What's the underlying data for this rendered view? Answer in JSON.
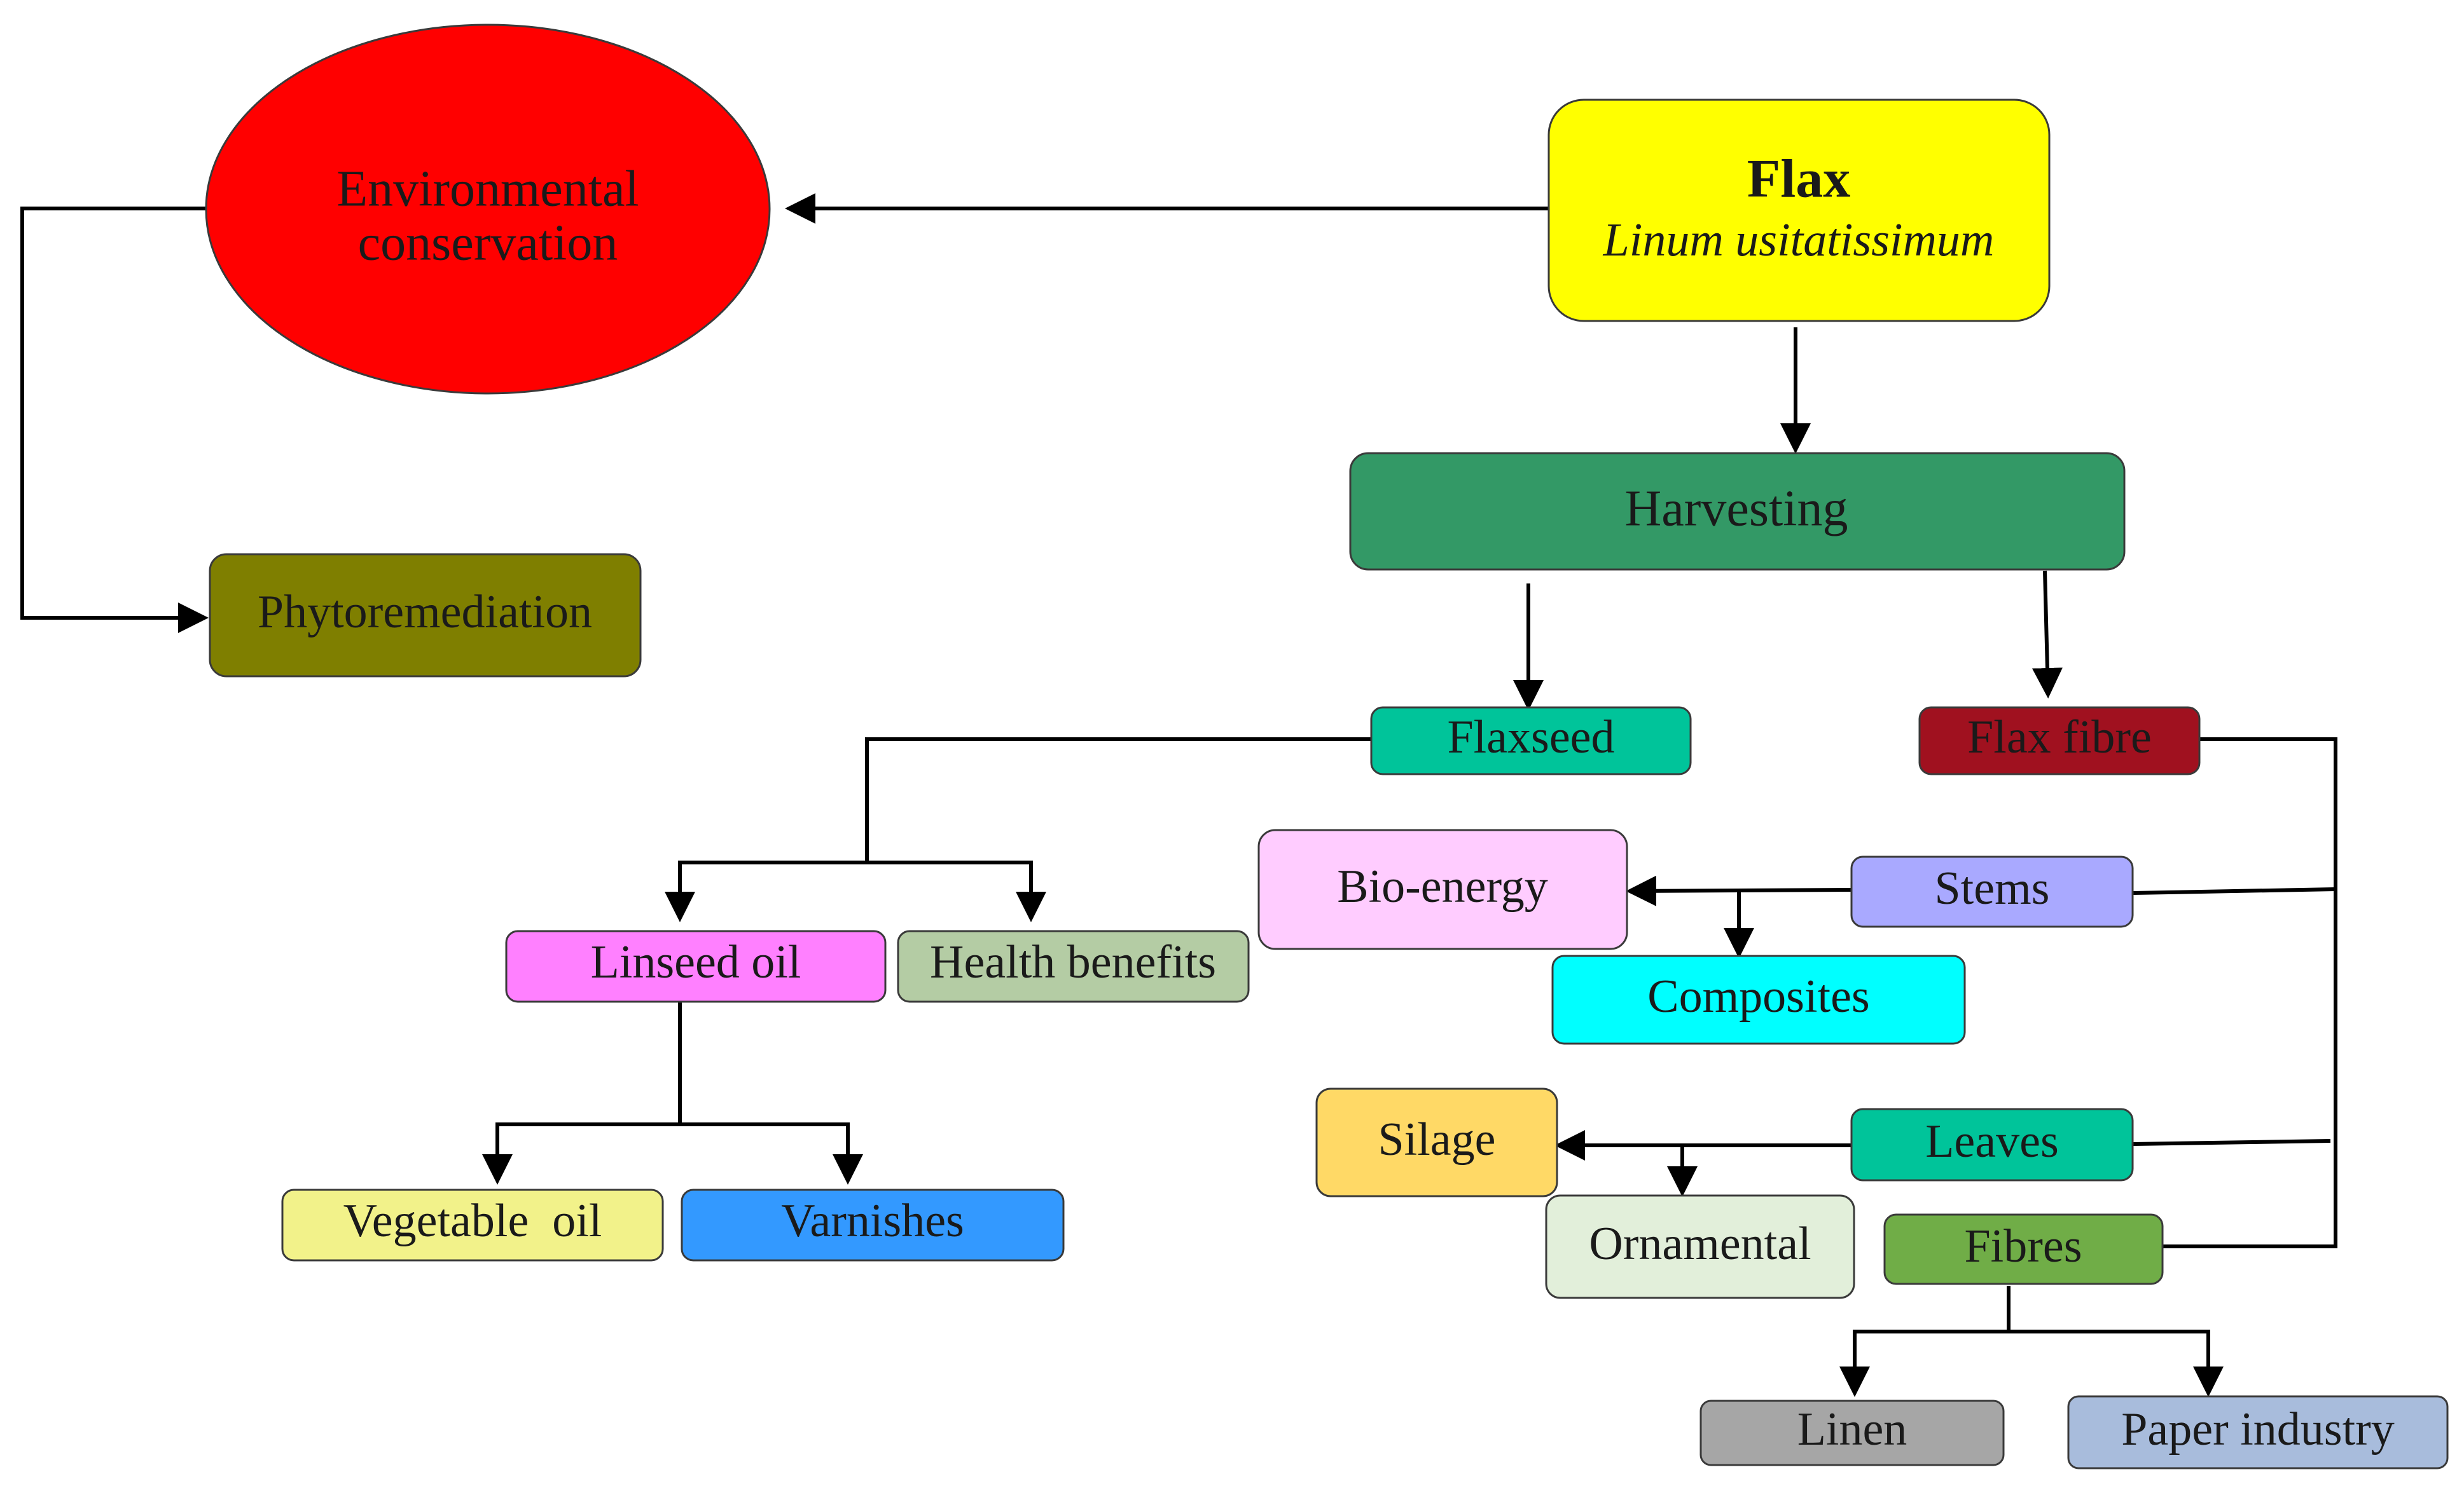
{
  "diagram": {
    "nodes": {
      "environmental": {
        "lines": [
          "Environmental",
          "conservation"
        ],
        "color": "#ff0000",
        "shape": "ellipse"
      },
      "flax": {
        "title": "Flax",
        "subtitle": "Linum usitatissimum",
        "color": "#ffff00"
      },
      "phytoremediation": {
        "label": "Phytoremediation",
        "color": "#7f7f00"
      },
      "harvesting": {
        "label": "Harvesting",
        "color": "#339966"
      },
      "flaxseed": {
        "label": "Flaxseed",
        "color": "#00c49a"
      },
      "flax_fibre": {
        "label": "Flax fibre",
        "color": "#a0111f"
      },
      "linseed_oil": {
        "label": "Linseed oil",
        "color": "#ff80ff"
      },
      "health_benefits": {
        "label": "Health benefits",
        "color": "#b4cca4"
      },
      "bio_energy": {
        "label": "Bio-energy",
        "color": "#ffccff"
      },
      "stems": {
        "label": "Stems",
        "color": "#a9a9ff"
      },
      "composites": {
        "label": "Composites",
        "color": "#00ffff"
      },
      "silage": {
        "label": "Silage",
        "color": "#ffd966"
      },
      "leaves": {
        "label": "Leaves",
        "color": "#00c49a"
      },
      "ornamental": {
        "label": "Ornamental",
        "color": "#e2efda"
      },
      "fibres": {
        "label": "Fibres",
        "color": "#70ad47"
      },
      "vegetable_oil": {
        "label": "Vegetable  oil",
        "color": "#f2f28a"
      },
      "varnishes": {
        "label": "Varnishes",
        "color": "#3399ff"
      },
      "linen": {
        "label": "Linen",
        "color": "#a6a6a6"
      },
      "paper_industry": {
        "label": "Paper industry",
        "color": "#a8bcdc"
      }
    }
  }
}
